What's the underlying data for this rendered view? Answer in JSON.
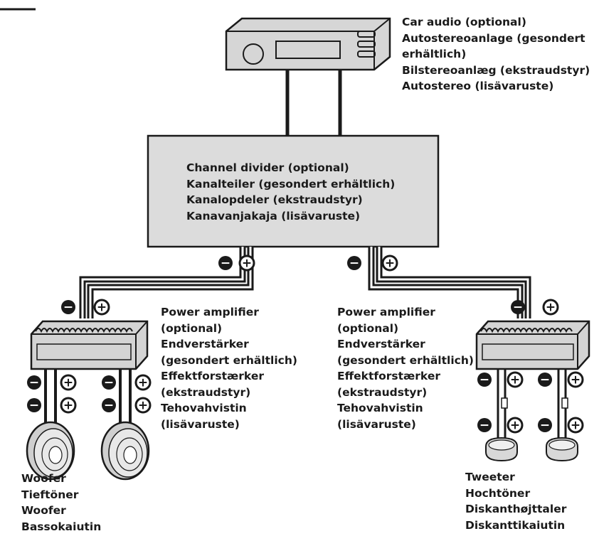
{
  "labels": {
    "car_audio": [
      "Car audio (optional)",
      "Autostereoanlage (gesondert",
      "erhältlich)",
      "Bilstereoanlæg (ekstraudstyr)",
      "Autostereo (lisävaruste)"
    ],
    "channel_divider": [
      "Channel divider (optional)",
      "Kanalteiler (gesondert erhältlich)",
      "Kanalopdeler (ekstraudstyr)",
      "Kanavanjakaja (lisävaruste)"
    ],
    "power_amp_left": [
      "Power amplifier",
      "(optional)",
      "Endverstärker",
      "(gesondert erhältlich)",
      "Effektforstærker",
      "(ekstraudstyr)",
      "Tehovahvistin",
      "(lisävaruste)"
    ],
    "power_amp_right": [
      "Power amplifier",
      "(optional)",
      "Endverstärker",
      "(gesondert erhältlich)",
      "Effektforstærker",
      "(ekstraudstyr)",
      "Tehovahvistin",
      "(lisävaruste)"
    ],
    "woofer": [
      "Woofer",
      "Tieftöner",
      "Woofer",
      "Bassokaiutin"
    ],
    "tweeter": [
      "Tweeter",
      "Hochtöner",
      "Diskanthøjttaler",
      "Diskanttikaiutin"
    ]
  },
  "symbols": {
    "minus": "−",
    "plus": "+"
  },
  "colors": {
    "ink": "#1a1a1a",
    "box_fill": "#dcdcdc",
    "unit_fill": "#d4d4d4",
    "wire_fill": "#ffffff"
  }
}
